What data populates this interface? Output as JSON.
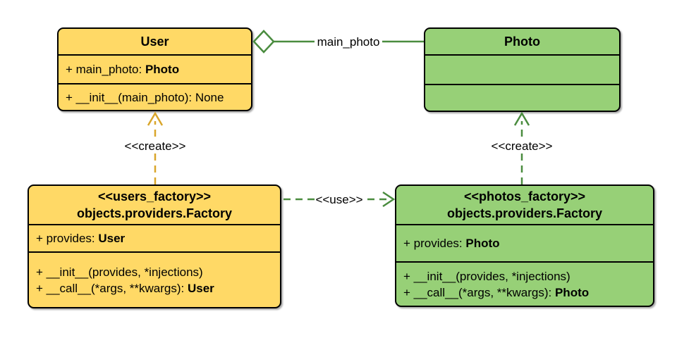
{
  "classes": {
    "user": {
      "title": "User",
      "attribute_prefix": "+ main_photo: ",
      "attribute_type": "Photo",
      "method_1": "+ __init__(main_photo): None"
    },
    "photo": {
      "title": "Photo"
    },
    "users_factory": {
      "stereotype": "<<users_factory>>",
      "title": "objects.providers.Factory",
      "attribute_prefix": "+ provides: ",
      "attribute_type": "User",
      "method_1": "+ __init__(provides, *injections)",
      "method_2_prefix": "+ __call__(*args, **kwargs): ",
      "method_2_type": "User"
    },
    "photos_factory": {
      "stereotype": "<<photos_factory>>",
      "title": "objects.providers.Factory",
      "attribute_prefix": "+ provides: ",
      "attribute_type": "Photo",
      "method_1": "+ __init__(provides, *injections)",
      "method_2_prefix": "+ __call__(*args, **kwargs): ",
      "method_2_type": "Photo"
    }
  },
  "connectors": {
    "aggregation_label": "main_photo",
    "create_left_label": "<<create>>",
    "create_right_label": "<<create>>",
    "use_label": "<<use>>"
  },
  "colors": {
    "yellow_fill": "#FFD966",
    "green_fill": "#97D077",
    "green_stroke": "#4A8C3F",
    "gold_stroke": "#D9A62B",
    "border": "#000000",
    "label_text": "#000000",
    "background": "#FFFFFF"
  }
}
